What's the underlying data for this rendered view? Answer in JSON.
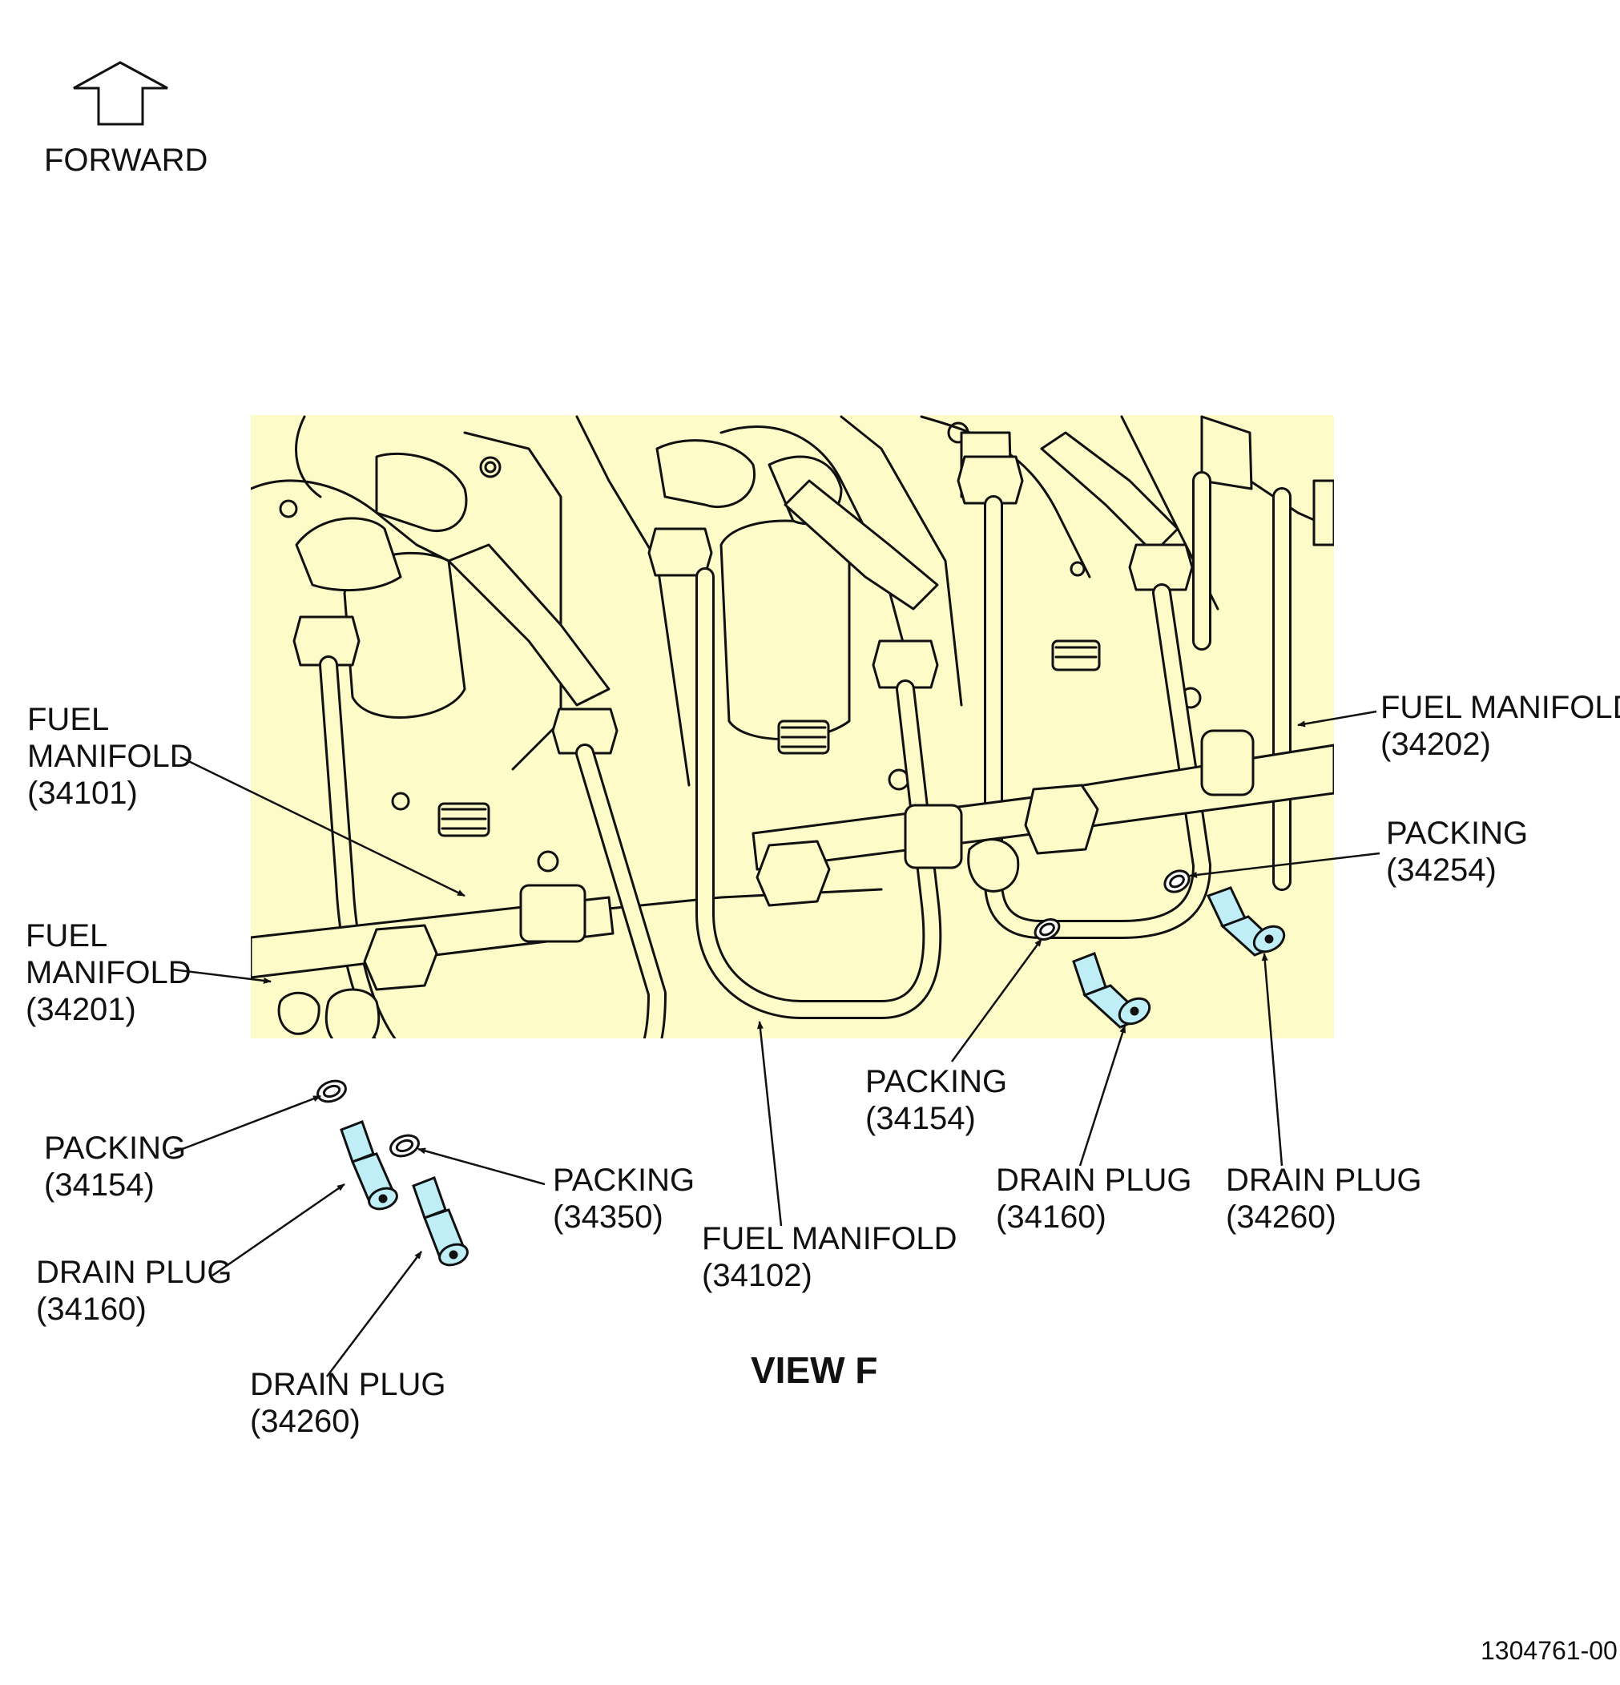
{
  "orientation": {
    "label": "FORWARD"
  },
  "view_title": "VIEW F",
  "figure_number": "1304761-00",
  "callouts": [
    {
      "id": "fuel-manifold-34101",
      "line1": "FUEL",
      "line2": "MANIFOLD",
      "line3": "(34101)"
    },
    {
      "id": "fuel-manifold-34201",
      "line1": "FUEL",
      "line2": "MANIFOLD",
      "line3": "(34201)"
    },
    {
      "id": "packing-34154-left",
      "line1": "PACKING",
      "line2": "(34154)"
    },
    {
      "id": "drain-plug-34160-left",
      "line1": "DRAIN PLUG",
      "line2": "(34160)"
    },
    {
      "id": "drain-plug-34260-left",
      "line1": "DRAIN PLUG",
      "line2": "(34260)"
    },
    {
      "id": "packing-34350",
      "line1": "PACKING",
      "line2": "(34350)"
    },
    {
      "id": "fuel-manifold-34102",
      "line1": "FUEL MANIFOLD",
      "line2": "(34102)"
    },
    {
      "id": "packing-34154-right",
      "line1": "PACKING",
      "line2": "(34154)"
    },
    {
      "id": "drain-plug-34160-right",
      "line1": "DRAIN PLUG",
      "line2": "(34160)"
    },
    {
      "id": "drain-plug-34260-right",
      "line1": "DRAIN PLUG",
      "line2": "(34260)"
    },
    {
      "id": "fuel-manifold-34202",
      "line1": "FUEL MANIFOLD",
      "line2": "(34202)"
    },
    {
      "id": "packing-34254",
      "line1": "PACKING",
      "line2": "(34254)"
    }
  ],
  "colors": {
    "engine_fill": "#fdfbc7",
    "highlight_part": "#bfeef7",
    "line": "#111111"
  }
}
